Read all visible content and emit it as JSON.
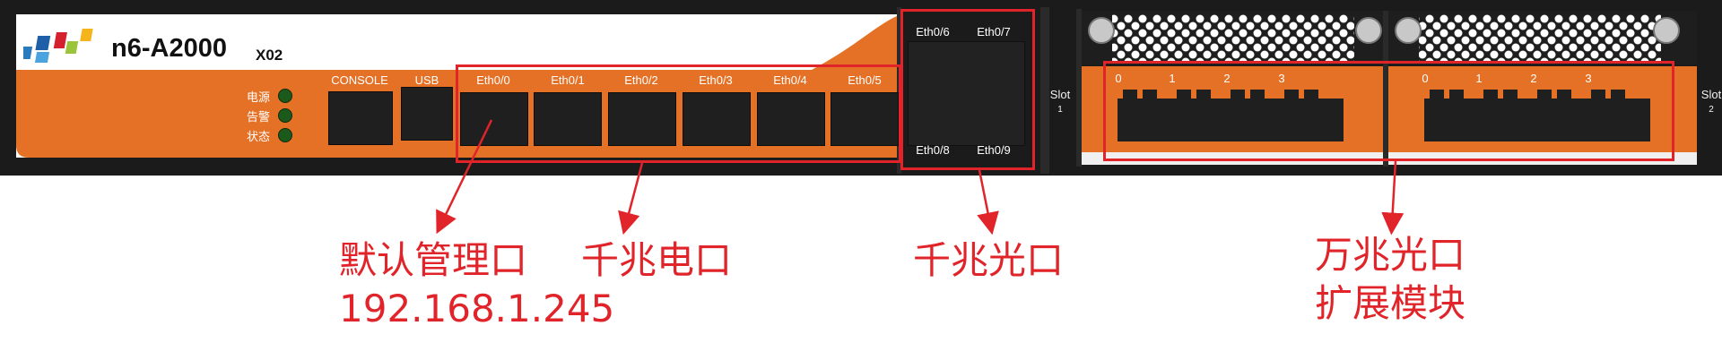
{
  "device": {
    "model": "n6-A2000",
    "model_suffix": "X02",
    "leds": [
      "电源",
      "告警",
      "状态"
    ],
    "console_label": "CONSOLE",
    "usb_label": "USB",
    "eth_labels": [
      "Eth0/0",
      "Eth0/1",
      "Eth0/2",
      "Eth0/3",
      "Eth0/4",
      "Eth0/5"
    ],
    "fiber_top": [
      "Eth0/6",
      "Eth0/7"
    ],
    "fiber_bottom": [
      "Eth0/8",
      "Eth0/9"
    ]
  },
  "slots": [
    {
      "label": "Slot",
      "num": "1",
      "ports": [
        "0",
        "1",
        "2",
        "3"
      ]
    },
    {
      "label": "Slot",
      "num": "2",
      "ports": [
        "0",
        "1",
        "2",
        "3"
      ]
    }
  ],
  "annotations": {
    "mgmt_line1": "默认管理口",
    "mgmt_line2": "192.168.1.245",
    "gig_copper": "千兆电口",
    "gig_fiber": "千兆光口",
    "tengig_line1": "万兆光口",
    "tengig_line2": "扩展模块"
  },
  "colors": {
    "orange": "#e57126",
    "annotation": "#e0242a",
    "chassis": "#1b1b1b"
  }
}
